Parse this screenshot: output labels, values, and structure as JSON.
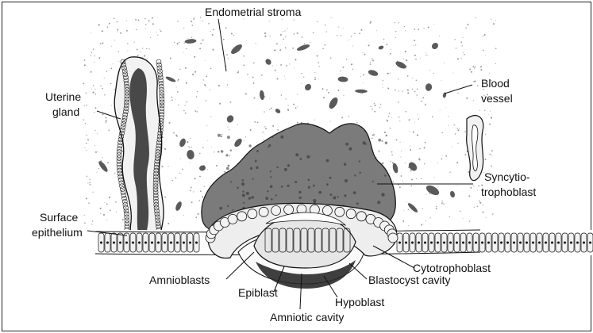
{
  "labels": {
    "endometrial_stroma": "Endometrial stroma",
    "blood_vessel_line1": "Blood",
    "blood_vessel_line2": "vessel",
    "uterine_gland_line1": "Uterine",
    "uterine_gland_line2": "gland",
    "syncytio_line1": "Syncytio-",
    "syncytio_line2": "trophoblast",
    "surface_epithelium_line1": "Surface",
    "surface_epithelium_line2": "epithelium",
    "cytotrophoblast": "Cytotrophoblast",
    "amnioblasts": "Amnioblasts",
    "epiblast": "Epiblast",
    "blastocyst_cavity": "Blastocyst cavity",
    "hypoblast": "Hypoblast",
    "amniotic_cavity": "Amniotic cavity"
  },
  "colors": {
    "ink": "#111111",
    "stroma_speckle": "#9a9a9a",
    "vessel_fill": "#5a5a5a",
    "syncytio_fill": "#7b7b7b",
    "cell_fill": "#f2f2f2",
    "dark_tissue": "#2a2a2a"
  }
}
